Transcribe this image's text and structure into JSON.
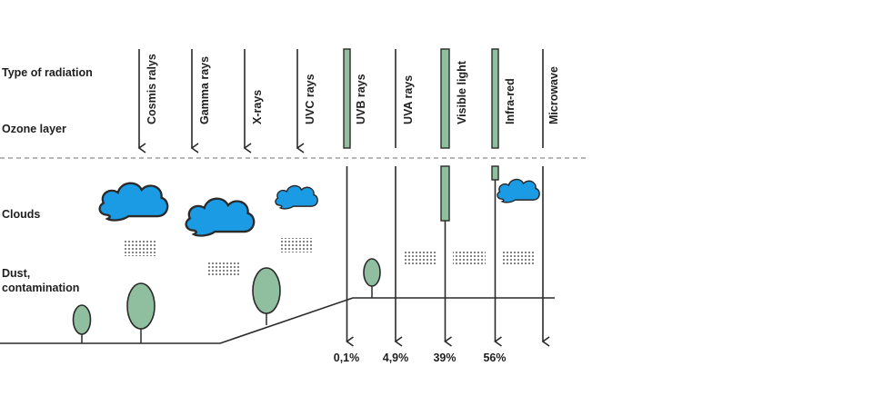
{
  "row_labels": {
    "type_of_radiation": "Type of radiation",
    "ozone_layer": "Ozone layer",
    "clouds": "Clouds",
    "dust_line1": "Dust,",
    "dust_line2": "contamination"
  },
  "radiation_types": [
    "Cosmis ralys",
    "Gamma rays",
    "X-rays",
    "UVC rays",
    "UVB rays",
    "UVA rays",
    "Visible light",
    "Infra-red",
    "Microwave"
  ],
  "surface_percentages": [
    "0,1%",
    "4,9%",
    "39%",
    "56%"
  ],
  "colors": {
    "ink": "#2a2a2a",
    "cloud": "#1a9be3",
    "tree": "#8fbf9f",
    "band": "#8fbf9f"
  }
}
